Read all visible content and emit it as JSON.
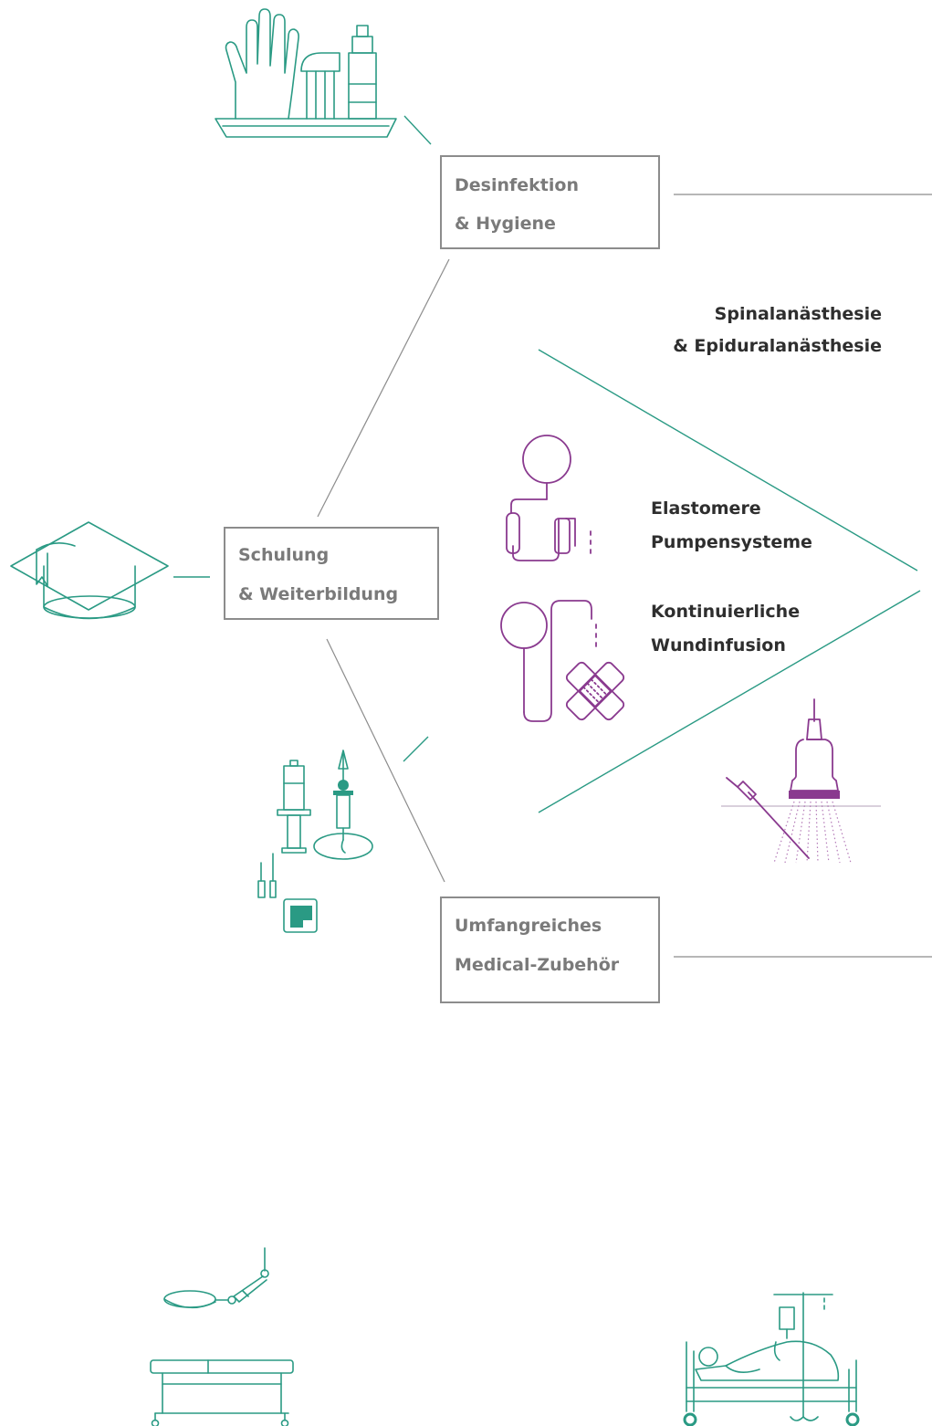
{
  "nodes": {
    "hygiene": {
      "line1": "Desinfektion",
      "line2": "& Hygiene"
    },
    "training": {
      "line1": "Schulung",
      "line2": "& Weiterbildung"
    },
    "accessories": {
      "line1": "Umfangreiches",
      "line2": "Medical-Zubehör"
    }
  },
  "labels": {
    "spinal": {
      "line1": "Spinalanästhesie",
      "line2": "& Epiduralanästhesie"
    },
    "elastomer": {
      "line1": "Elastomere",
      "line2": "Pumpensysteme"
    },
    "wound": {
      "line1": "Kontinuierliche",
      "line2": "Wundinfusion"
    }
  },
  "icons": [
    "hand-disinfection-icon",
    "graduation-cap-icon",
    "elastomeric-pump-icon",
    "wound-infusion-pump-icon",
    "ultrasound-probe-icon",
    "syringe-infusion-icon",
    "surgical-lamp-table-icon",
    "patient-bed-iv-icon"
  ],
  "colors": {
    "teal": "#2a9a84",
    "purple": "#8a3a8f",
    "grey": "#8c8c8c",
    "text_dark": "#2e2e2e",
    "text_grey": "#7a7a7a"
  }
}
